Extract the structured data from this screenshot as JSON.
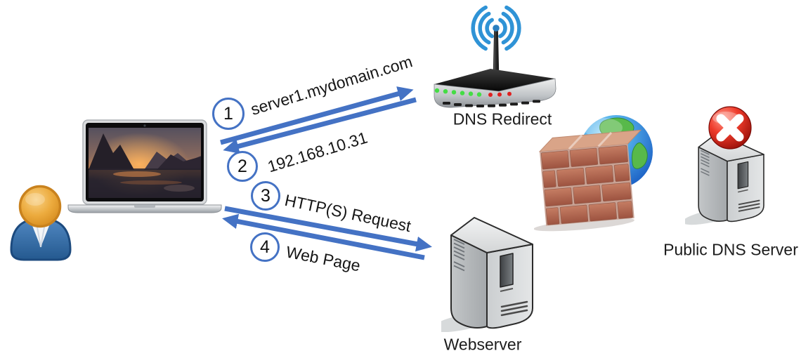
{
  "nodes": {
    "client_user": {
      "icon": "person-icon"
    },
    "client_laptop": {
      "icon": "laptop-icon"
    },
    "dns_redirect": {
      "label": "DNS Redirect",
      "icon": "wireless-router-icon"
    },
    "webserver": {
      "label": "Webserver",
      "icon": "server-tower-icon"
    },
    "public_dns_server": {
      "label": "Public DNS Server",
      "icon": "server-tower-icon",
      "badge_icon": "blocked-x-icon"
    },
    "internet_firewall": {
      "icon": "firewall-brick-wall-icon",
      "secondary_icon": "globe-icon"
    }
  },
  "steps": [
    {
      "num": "1",
      "label": "server1.mydomain.com",
      "from": "laptop",
      "to": "dns-redirect"
    },
    {
      "num": "2",
      "label": "192.168.10.31",
      "from": "dns-redirect",
      "to": "laptop"
    },
    {
      "num": "3",
      "label": "HTTP(S) Request",
      "from": "laptop",
      "to": "webserver"
    },
    {
      "num": "4",
      "label": "Web Page",
      "from": "webserver",
      "to": "laptop"
    }
  ],
  "colors": {
    "arrow_blue": "#4472C4",
    "wifi_blue": "#2f93d6",
    "led_green": "#44dd44",
    "led_red": "#e02020",
    "error_red": "#d81e10",
    "brick_red": "#b4614b",
    "globe_ocean": "#2f7fd4",
    "globe_land": "#58b94a",
    "text": "#1c1c1c"
  }
}
